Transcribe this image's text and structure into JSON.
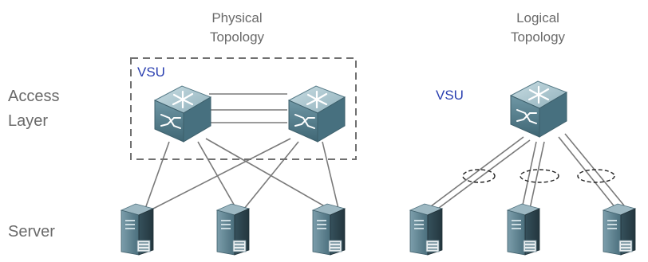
{
  "labels": {
    "physical_title": [
      "Physical",
      "Topology"
    ],
    "logical_title": [
      "Logical",
      "Topology"
    ],
    "row_access": [
      "Access",
      "Layer"
    ],
    "row_server": "Server",
    "vsu_physical": "VSU",
    "vsu_logical": "VSU"
  },
  "icons": {
    "switch": "network-switch-icon",
    "server": "server-tower-icon",
    "link_bundle": "link-aggregation-ellipse-icon"
  },
  "colors": {
    "switch_top": "#a9c3cc",
    "switch_side": "#5e8593",
    "server_body": "#5f8290",
    "link": "#7a7a7a",
    "vsu_text": "#2a3fb0",
    "label_text": "#6a6a6a"
  }
}
